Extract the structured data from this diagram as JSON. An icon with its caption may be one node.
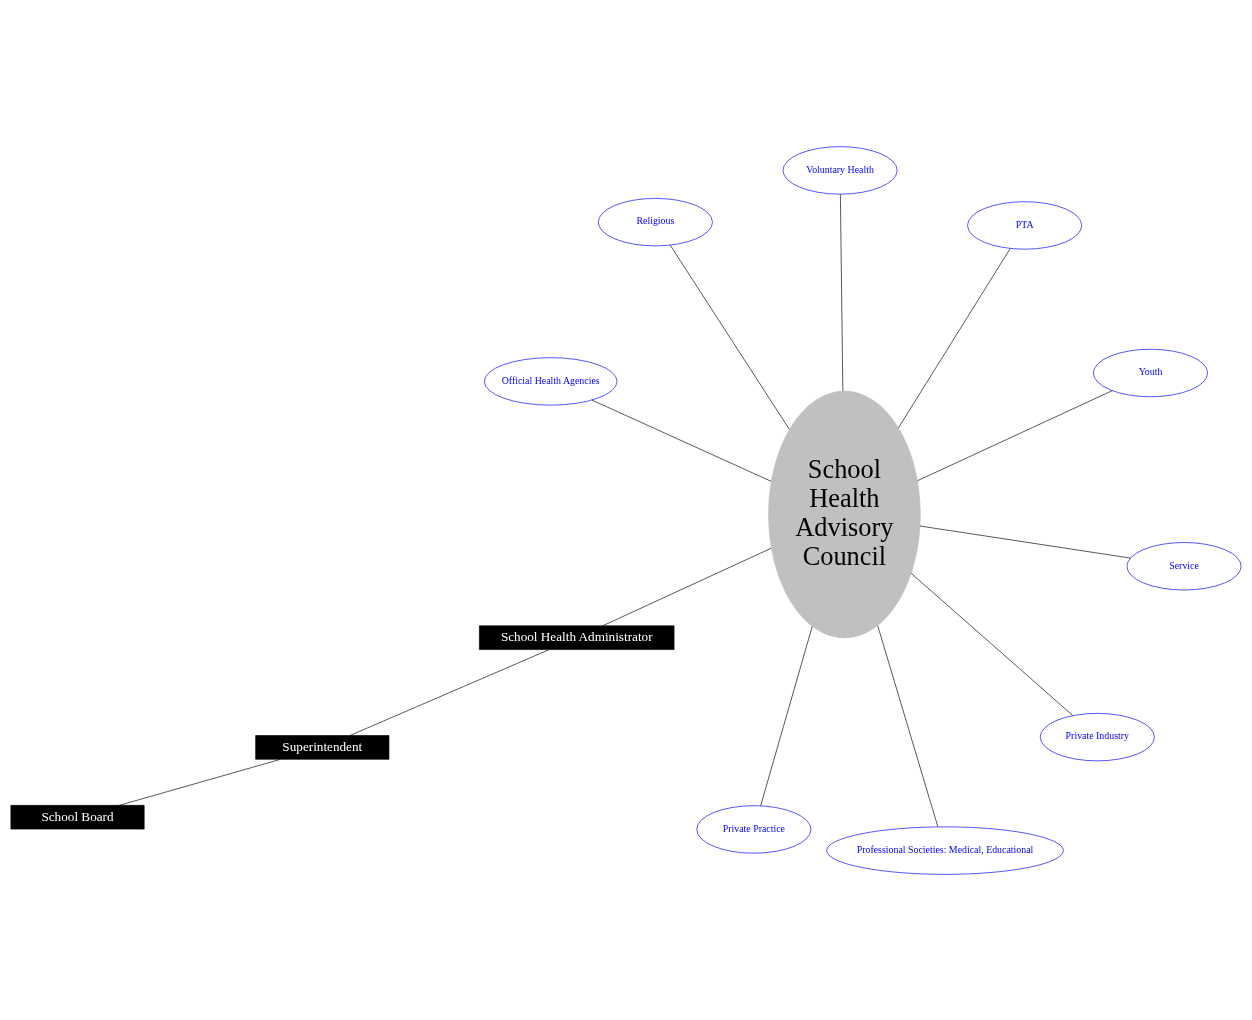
{
  "diagram": {
    "nodes": [
      {
        "text": [
          "School Board"
        ]
      },
      {
        "text": [
          "Superintendent"
        ]
      },
      {
        "text": [
          "School Health Administrator"
        ]
      },
      {
        "text": [
          "School Health Advisory Council"
        ]
      },
      {
        "text": [
          "PTA"
        ]
      },
      {
        "text": [
          "Voluntary Health"
        ]
      },
      {
        "text": [
          "Private Practice"
        ]
      },
      {
        "text": [
          "Service"
        ]
      },
      {
        "text": [
          "Official Health Agencies"
        ]
      },
      {
        "text": [
          "Professional Societies: Medical, Educational"
        ]
      },
      {
        "text": [
          "Private Industry"
        ]
      },
      {
        "text": [
          "Religious"
        ]
      },
      {
        "text": [
          "Youth"
        ]
      }
    ],
    "edges": [
      {
        "from": 0,
        "to": 1,
        "arrow": "none"
      },
      {
        "from": 1,
        "to": 2,
        "arrow": "none"
      },
      {
        "from": 2,
        "to": 3,
        "arrow": "none"
      },
      {
        "from": 3,
        "to": 4,
        "arrow": "none"
      },
      {
        "from": 3,
        "to": 5,
        "arrow": "none"
      },
      {
        "from": 3,
        "to": 6,
        "arrow": "none"
      },
      {
        "from": 3,
        "to": 7,
        "arrow": "none"
      },
      {
        "from": 3,
        "to": 8,
        "arrow": "none"
      },
      {
        "from": 3,
        "to": 9,
        "arrow": "none"
      },
      {
        "from": 3,
        "to": 10,
        "arrow": "none"
      },
      {
        "from": 3,
        "to": 11,
        "arrow": "none"
      },
      {
        "from": 3,
        "to": 12,
        "arrow": "none"
      }
    ]
  }
}
